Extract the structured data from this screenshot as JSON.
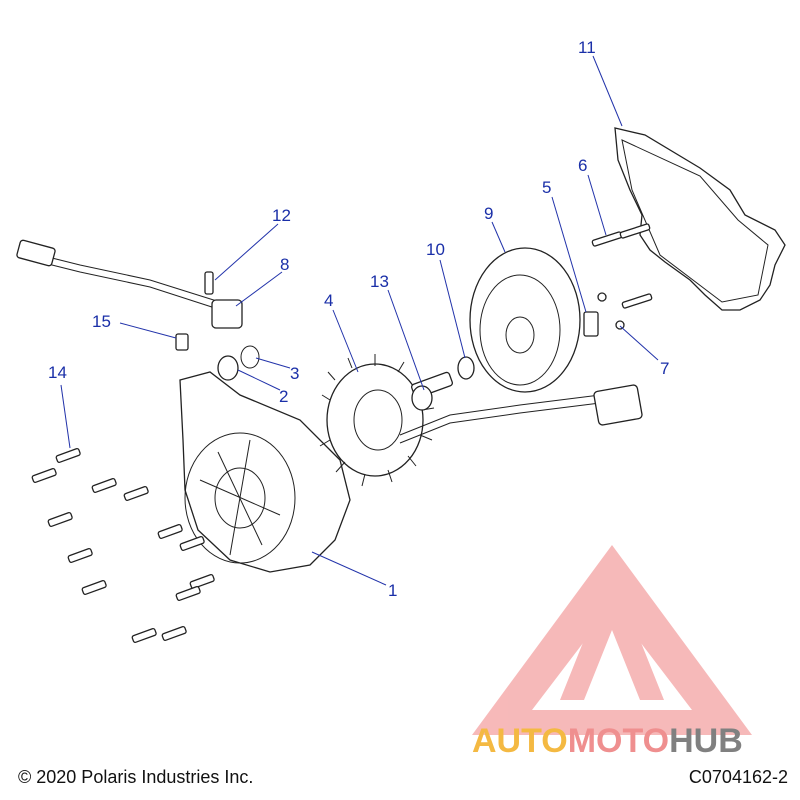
{
  "diagram": {
    "callouts": [
      "1",
      "2",
      "3",
      "4",
      "5",
      "6",
      "7",
      "8",
      "9",
      "10",
      "11",
      "12",
      "13",
      "14",
      "15"
    ]
  },
  "watermark": {
    "text_auto": "AUTO",
    "text_moto": "MOTO",
    "text_hub": "HUB",
    "color_auto": "#f4b942",
    "color_moto": "#ef8f8f",
    "color_hub": "#808080",
    "logo_color": "#f08080"
  },
  "footer": {
    "copyright": "© 2020 Polaris Industries Inc.",
    "drawing_code": "C0704162-2"
  }
}
